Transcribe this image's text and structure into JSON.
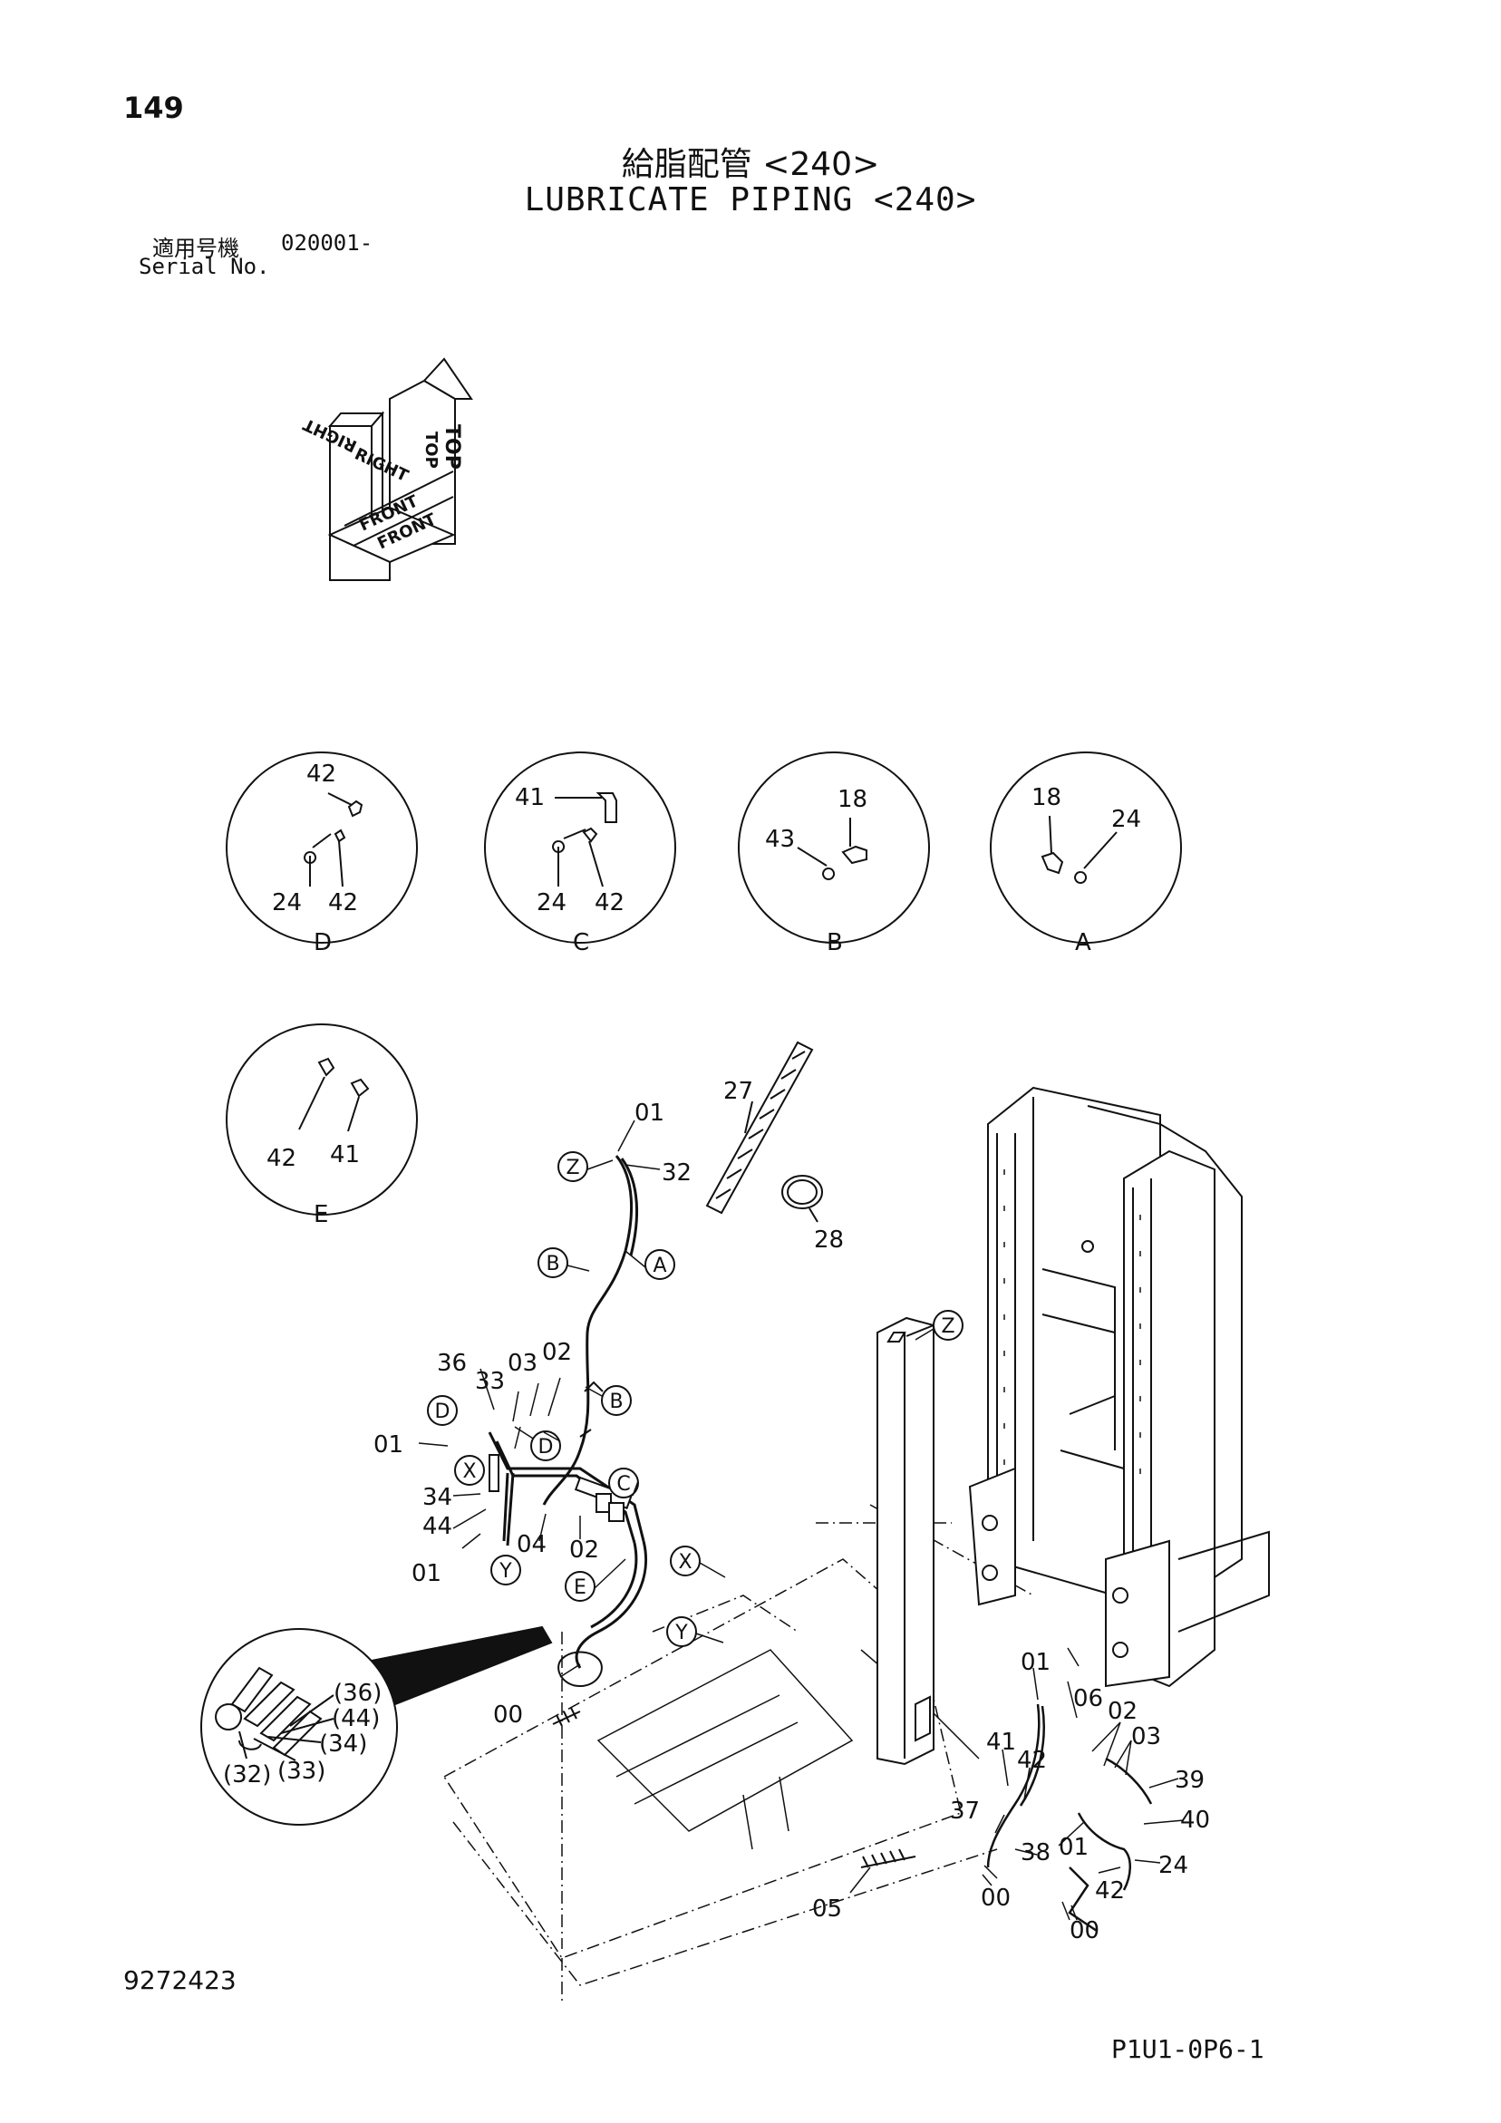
{
  "header": {
    "page_number": "149",
    "title_jp": "給脂配管 <240>",
    "title_en": "LUBRICATE PIPING <240>",
    "serial_label_jp": "適用号機",
    "serial_value": "020001-",
    "serial_label_en": "Serial No."
  },
  "orientation": {
    "top": "TOP",
    "right": "RIGHT",
    "front": "FRONT"
  },
  "details": {
    "D": {
      "label": "D",
      "callouts": [
        "42",
        "24",
        "42"
      ]
    },
    "C": {
      "label": "C",
      "callouts": [
        "41",
        "24",
        "42"
      ]
    },
    "B": {
      "label": "B",
      "callouts": [
        "18",
        "43"
      ]
    },
    "A": {
      "label": "A",
      "callouts": [
        "18",
        "24"
      ]
    },
    "E": {
      "label": "E",
      "callouts": [
        "42",
        "41"
      ]
    }
  },
  "bubble_detail": {
    "callouts": [
      "(36)",
      "(44)",
      "(34)",
      "(32)",
      "(33)"
    ]
  },
  "circle_refs": [
    "Z",
    "B",
    "A",
    "B",
    "D",
    "D",
    "X",
    "C",
    "Y",
    "E",
    "X",
    "Y",
    "Z"
  ],
  "main_callouts": [
    "01",
    "32",
    "27",
    "28",
    "36",
    "33",
    "03",
    "02",
    "01",
    "34",
    "44",
    "04",
    "02",
    "01",
    "00",
    "01",
    "06",
    "02",
    "03",
    "41",
    "42",
    "39",
    "40",
    "37",
    "38",
    "01",
    "24",
    "42",
    "05",
    "00",
    "00"
  ],
  "footer": {
    "doc_number": "9272423",
    "page_code": "P1U1-0P6-1"
  }
}
